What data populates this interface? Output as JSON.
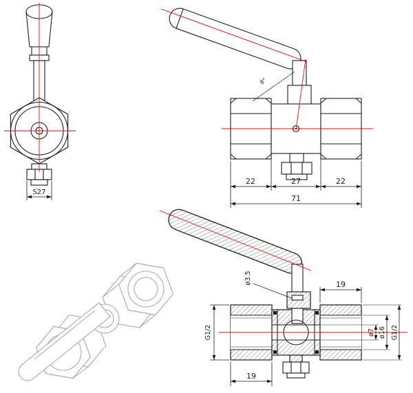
{
  "document": {
    "type": "technical-drawing",
    "subject": "ball valve with lever handle - multiview drawing"
  },
  "colors": {
    "line": "#1a1a1a",
    "centerline": "#ff0000",
    "hatch": "#444444",
    "isometric_sketch": "#a8a8a8"
  },
  "views": {
    "front_view": {
      "dim_wrench_size": "S27"
    },
    "side_view": {
      "dim_left_nut": "22",
      "dim_body": "27",
      "dim_right_nut": "22",
      "dim_overall_length": "71",
      "angle_label": "8°"
    },
    "section_view": {
      "dim_stem_hole": "ø3.5",
      "dim_nut_top": "19",
      "dim_thread_left": "G1/2",
      "dim_bore_small": "ø7",
      "dim_bore_large": "ø16",
      "dim_thread_right": "G1/2",
      "dim_nut_bottom": "19"
    }
  }
}
